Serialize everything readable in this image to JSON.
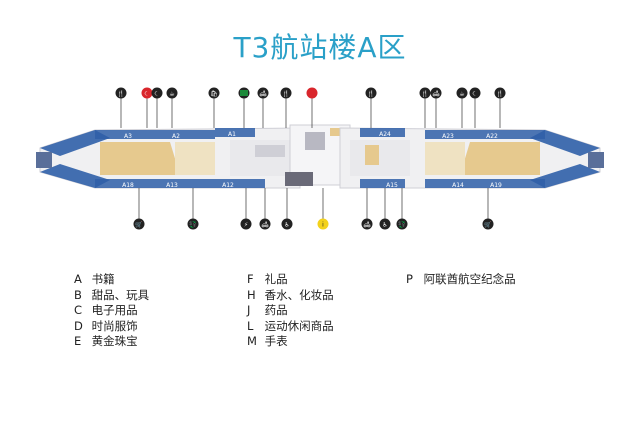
{
  "title": "T3航站楼A区",
  "gates": [
    "A3",
    "A2",
    "A1",
    "A24",
    "A23",
    "A22",
    "A18",
    "A13",
    "A12",
    "A15",
    "A14",
    "A19"
  ],
  "top_icons": [
    {
      "kind": "restaurant",
      "symbol": "🍴"
    },
    {
      "kind": "prayer",
      "symbol": "☾"
    },
    {
      "kind": "prayer",
      "symbol": "☾"
    },
    {
      "kind": "coffee",
      "symbol": "☕"
    },
    {
      "kind": "shop",
      "symbol": "🛍"
    },
    {
      "kind": "uae-flag",
      "symbol": ""
    },
    {
      "kind": "lounge",
      "symbol": "🛋"
    },
    {
      "kind": "restaurant",
      "symbol": "🍴"
    },
    {
      "kind": "emirates-store",
      "symbol": ""
    },
    {
      "kind": "restaurant",
      "symbol": "🍴"
    },
    {
      "kind": "restaurant",
      "symbol": "🍴"
    },
    {
      "kind": "lounge",
      "symbol": "🛋"
    },
    {
      "kind": "coffee",
      "symbol": "☕"
    },
    {
      "kind": "prayer",
      "symbol": "☾"
    },
    {
      "kind": "restaurant",
      "symbol": "🍴"
    }
  ],
  "bottom_icons": [
    {
      "kind": "duty-free",
      "symbol": "🛒"
    },
    {
      "kind": "currency",
      "symbol": "💱"
    },
    {
      "kind": "smoking",
      "symbol": "⚡"
    },
    {
      "kind": "lounge",
      "symbol": "🛋"
    },
    {
      "kind": "accessible",
      "symbol": "♿"
    },
    {
      "kind": "information",
      "symbol": "i"
    },
    {
      "kind": "lounge",
      "symbol": "🛋"
    },
    {
      "kind": "accessible",
      "symbol": "♿"
    },
    {
      "kind": "currency",
      "symbol": "💱"
    },
    {
      "kind": "duty-free",
      "symbol": "🛒"
    }
  ],
  "legend": [
    [
      {
        "code": "A",
        "label": "书籍"
      },
      {
        "code": "B",
        "label": "甜品、玩具"
      },
      {
        "code": "C",
        "label": "电子用品"
      },
      {
        "code": "D",
        "label": "时尚服饰"
      },
      {
        "code": "E",
        "label": "黄金珠宝"
      }
    ],
    [
      {
        "code": "F",
        "label": "礼品"
      },
      {
        "code": "H",
        "label": "香水、化妆品"
      },
      {
        "code": "J",
        "label": "药品"
      },
      {
        "code": "L",
        "label": "运动休闲商品"
      },
      {
        "code": "M",
        "label": "手表"
      }
    ],
    [
      {
        "code": "P",
        "label": "阿联酋航空纪念品"
      }
    ]
  ],
  "colors": {
    "title": "#2aa0c8",
    "concourse_blue": "#2f5fa8",
    "shop_tan": "#e6c98e",
    "corridor": "#f2f2f4",
    "icon_dark": "#222222",
    "info_yellow": "#f3d21b",
    "accent_red": "#d9262c"
  }
}
